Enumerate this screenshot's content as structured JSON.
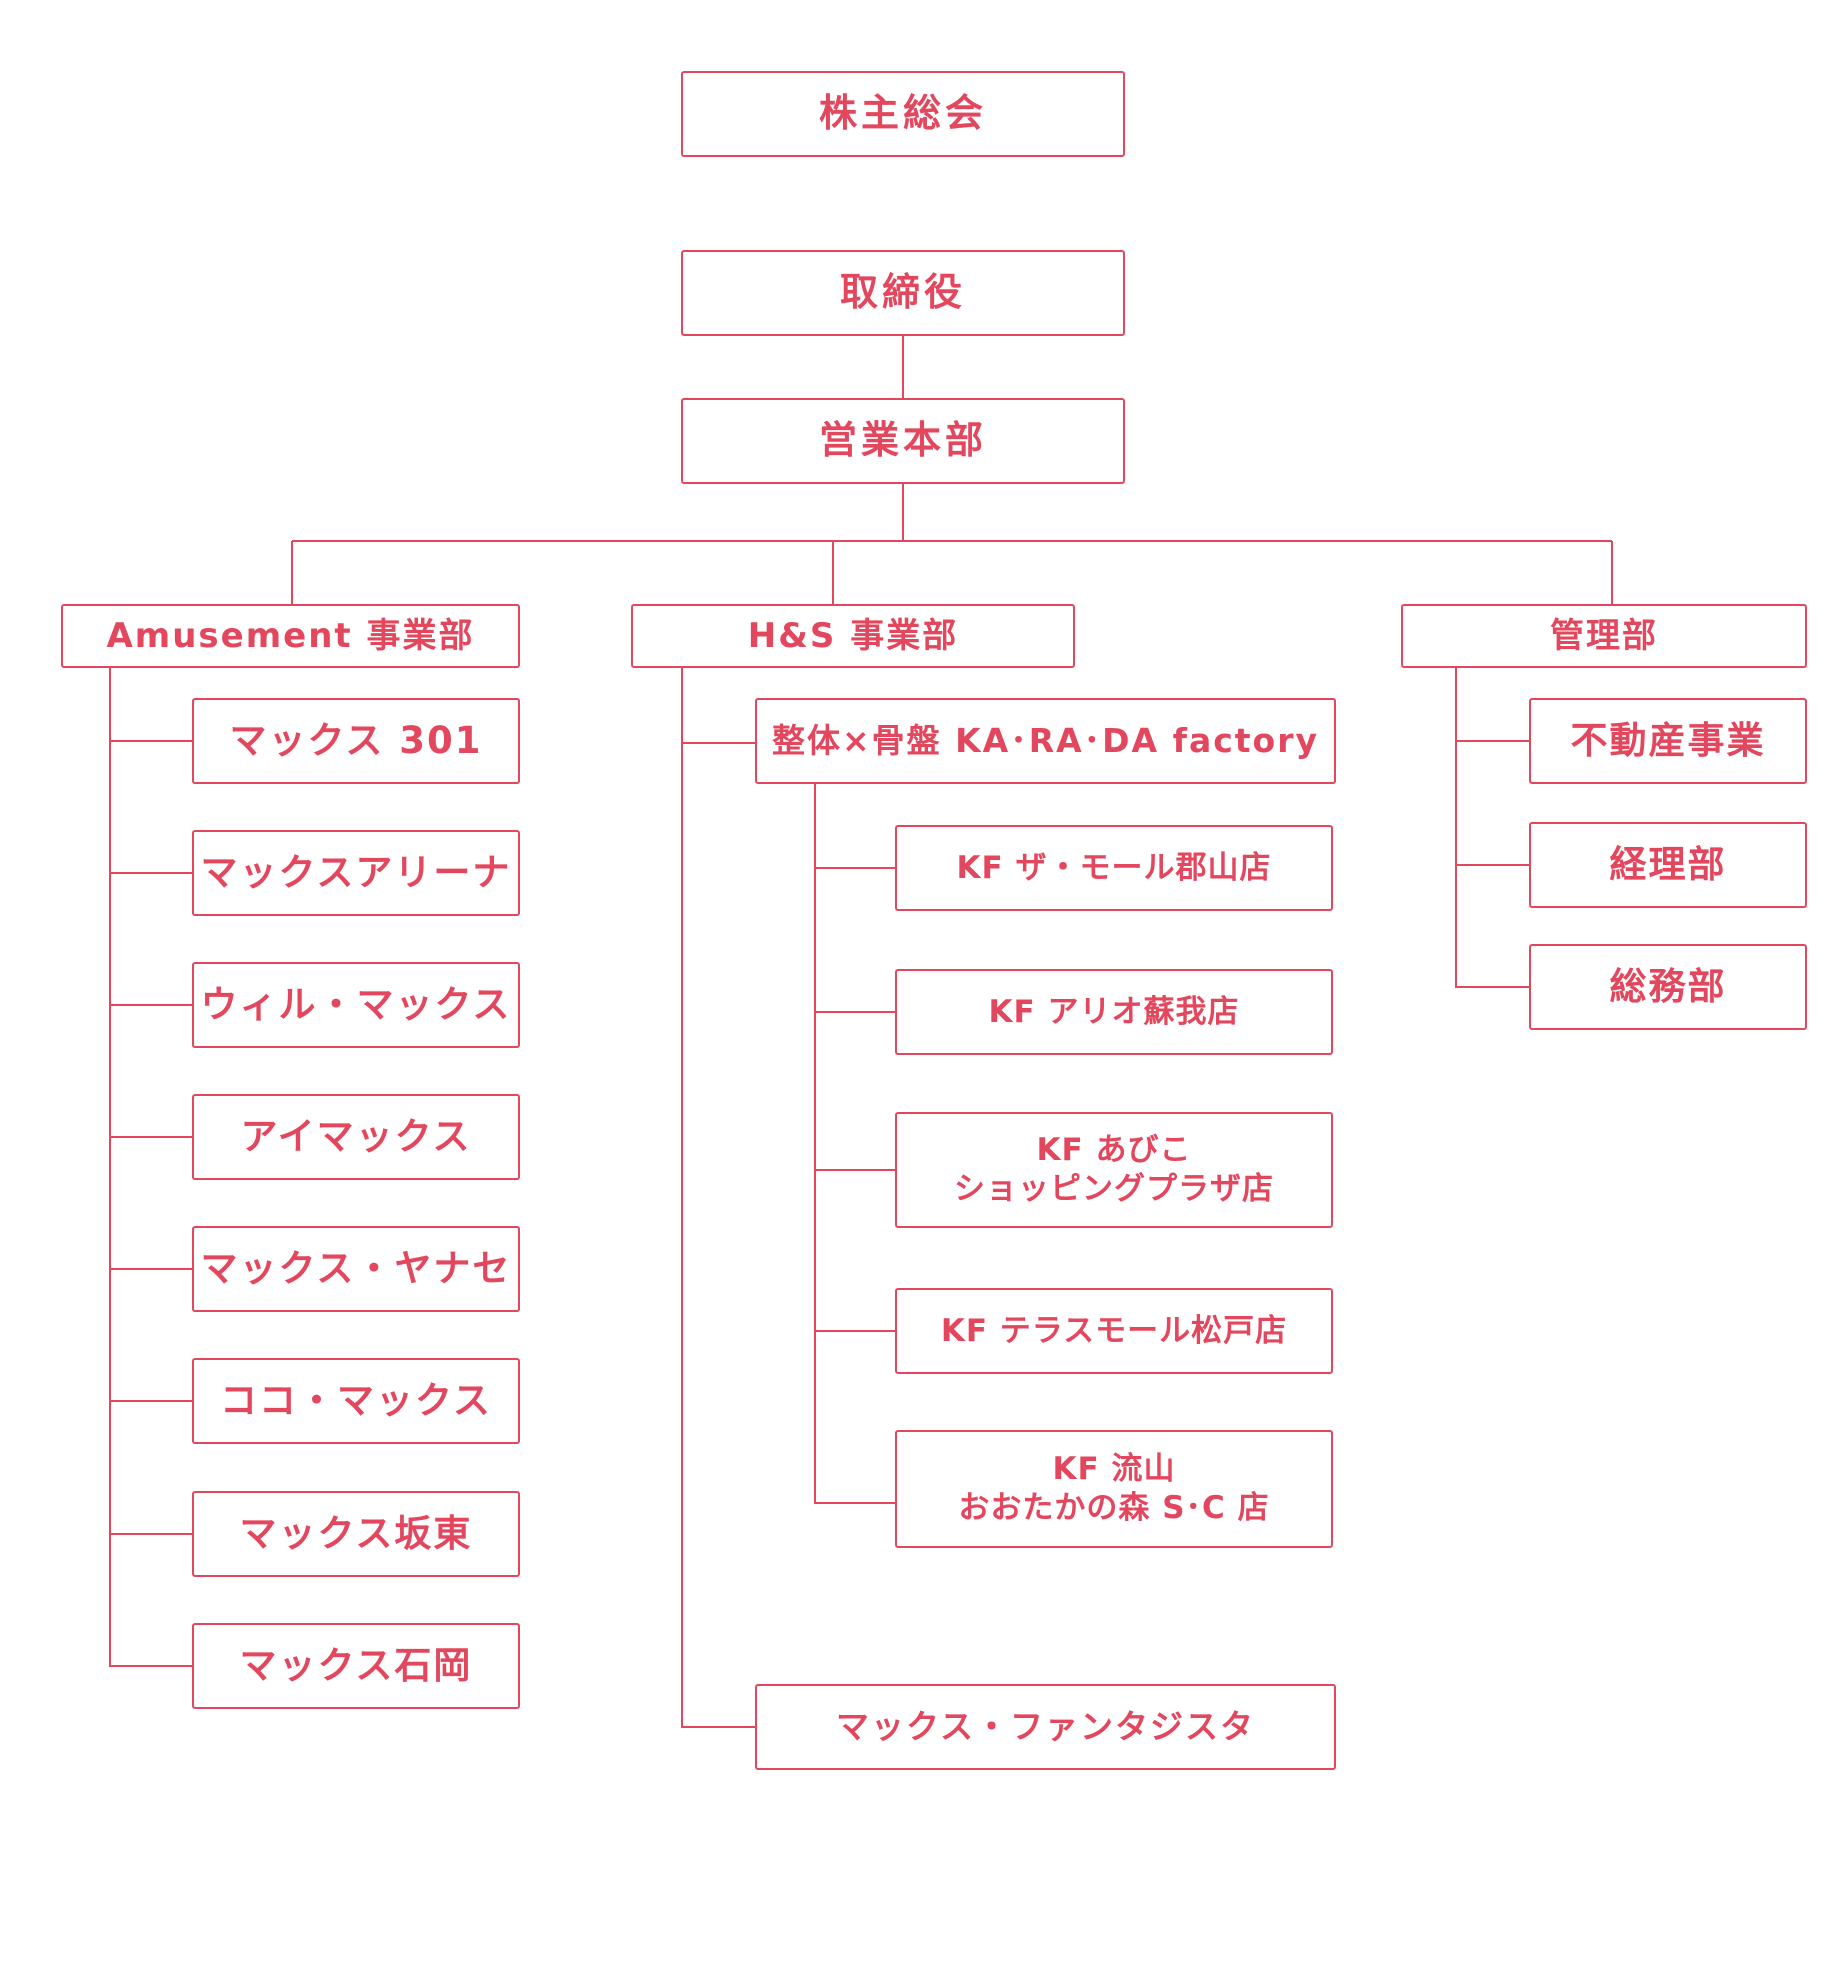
{
  "colors": {
    "accent": "#e3475e",
    "background": "#ffffff"
  },
  "org": {
    "shareholders": "株主総会",
    "board": "取締役",
    "sales_hq": "営業本部",
    "amusement": {
      "title": "Amusement 事業部",
      "items": [
        "マックス 301",
        "マックスアリーナ",
        "ウィル・マックス",
        "アイマックス",
        "マックス・ヤナセ",
        "ココ・マックス",
        "マックス坂東",
        "マックス石岡"
      ]
    },
    "hs": {
      "title": "H&S 事業部",
      "factory": "整体×骨盤 KA･RA･DA factory",
      "stores": [
        {
          "lines": [
            "KF ザ・モール郡山店"
          ]
        },
        {
          "lines": [
            "KF アリオ蘇我店"
          ]
        },
        {
          "lines": [
            "KF あびこ",
            "ショッピングプラザ店"
          ]
        },
        {
          "lines": [
            "KF テラスモール松戸店"
          ]
        },
        {
          "lines": [
            "KF 流山",
            "おおたかの森 S･C 店"
          ]
        }
      ],
      "fantasista": "マックス・ファンタジスタ"
    },
    "admin": {
      "title": "管理部",
      "items": [
        "不動産事業",
        "経理部",
        "総務部"
      ]
    }
  }
}
